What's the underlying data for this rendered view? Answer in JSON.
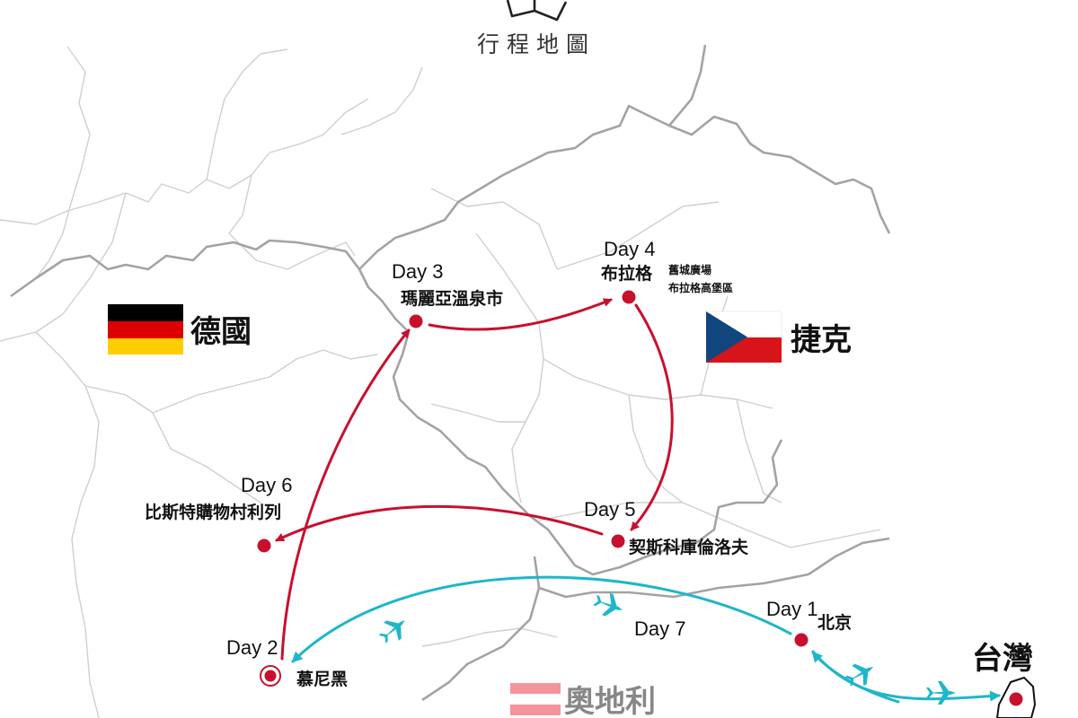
{
  "title": "行程地圖",
  "colors": {
    "route_red": "#c8102e",
    "route_cyan": "#1fb6c9",
    "border_dark": "#9a9a9a",
    "border_light": "#cfcfcf"
  },
  "countries": {
    "germany": {
      "name": "德國",
      "flag": [
        "#000000",
        "#dd0000",
        "#ffce00"
      ]
    },
    "czech": {
      "name": "捷克",
      "flag": [
        "#ffffff",
        "#d7141a",
        "#11457e"
      ]
    },
    "austria": {
      "name": "奧地利",
      "flag": [
        "#ed2939",
        "#ffffff",
        "#ed2939"
      ]
    },
    "taiwan": {
      "name": "台灣"
    }
  },
  "stops": {
    "beijing": {
      "day": "Day 1",
      "name": "北京"
    },
    "munich": {
      "day": "Day 2",
      "name": "慕尼黑"
    },
    "marianske": {
      "day": "Day 3",
      "name": "瑪麗亞溫泉市"
    },
    "prague": {
      "day": "Day 4",
      "name": "布拉格",
      "notes": [
        "舊城廣場",
        "布拉格高堡區"
      ]
    },
    "cesky": {
      "day": "Day 5",
      "name": "契斯科庫倫洛夫"
    },
    "bicester": {
      "day": "Day 6",
      "name": "比斯特購物村利列"
    },
    "return": {
      "day": "Day 7"
    }
  },
  "icons": [
    "book-icon",
    "airplane-icon"
  ]
}
